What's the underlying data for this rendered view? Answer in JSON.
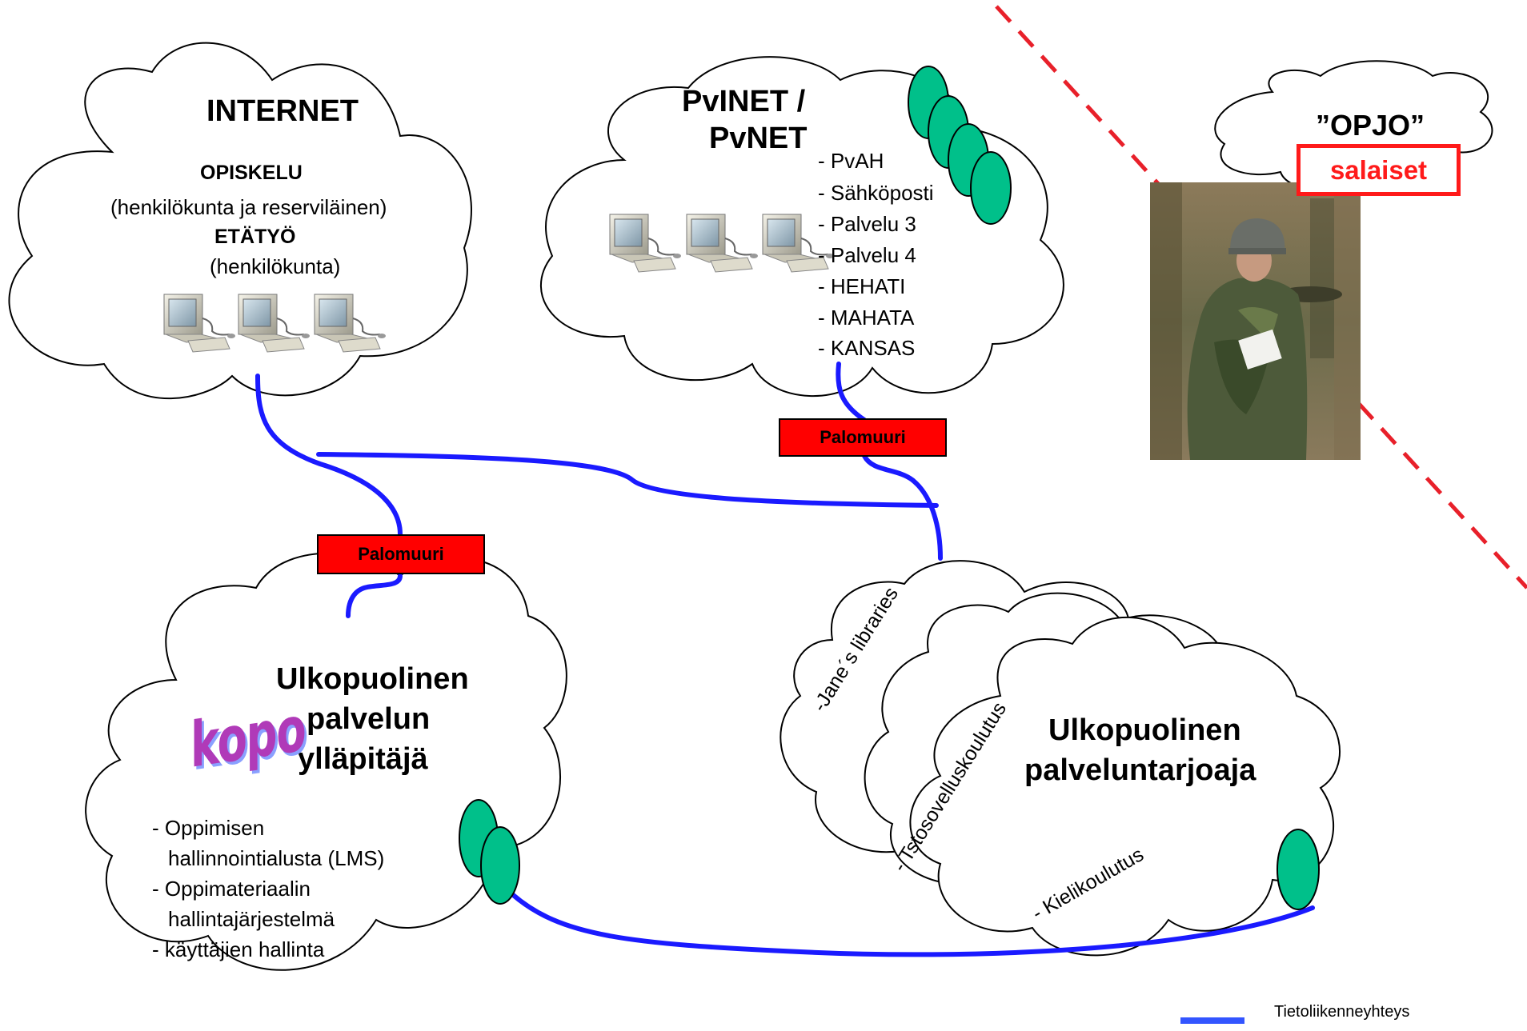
{
  "internet": {
    "title": "INTERNET",
    "line1": "OPISKELU",
    "line2": "(henkilökunta ja reserviläinen)",
    "line3": "ETÄTYÖ",
    "line4": "(henkilökunta)"
  },
  "pvinet": {
    "title_line1": "PvINET /",
    "title_line2": "PvNET",
    "services": [
      "- PvAH",
      "- Sähköposti",
      "- Palvelu 3",
      "- Palvelu 4",
      "- HEHATI",
      "- MAHATA",
      "- KANSAS"
    ]
  },
  "opjo": {
    "title": "”OPJO”",
    "label": "salaiset"
  },
  "firewalls": {
    "top": "Palomuuri",
    "left": "Palomuuri"
  },
  "maintainer": {
    "title_line1": "Ulkopuolinen",
    "title_line2": "palvelun",
    "title_line3": "ylläpitäjä",
    "logo_text": "kopo",
    "items": [
      "- Oppimisen",
      "hallinnointialusta (LMS)",
      "- Oppimateriaalin",
      "hallintajärjestelmä",
      "- käyttäjien hallinta"
    ]
  },
  "provider": {
    "title_line1": "Ulkopuolinen",
    "title_line2": "palveluntarjoaja",
    "rotated": [
      "-Jane´s libraries",
      "- Tstosovelluskoulutus",
      "- Kielikoulutus"
    ]
  },
  "legend": {
    "label": "Tietoliikenneyhteys",
    "color": "#3355ff"
  },
  "colors": {
    "connection": "#1a1aff",
    "firewall": "#ff0000",
    "server": "#00c08a",
    "boundary": "#e8202a"
  }
}
